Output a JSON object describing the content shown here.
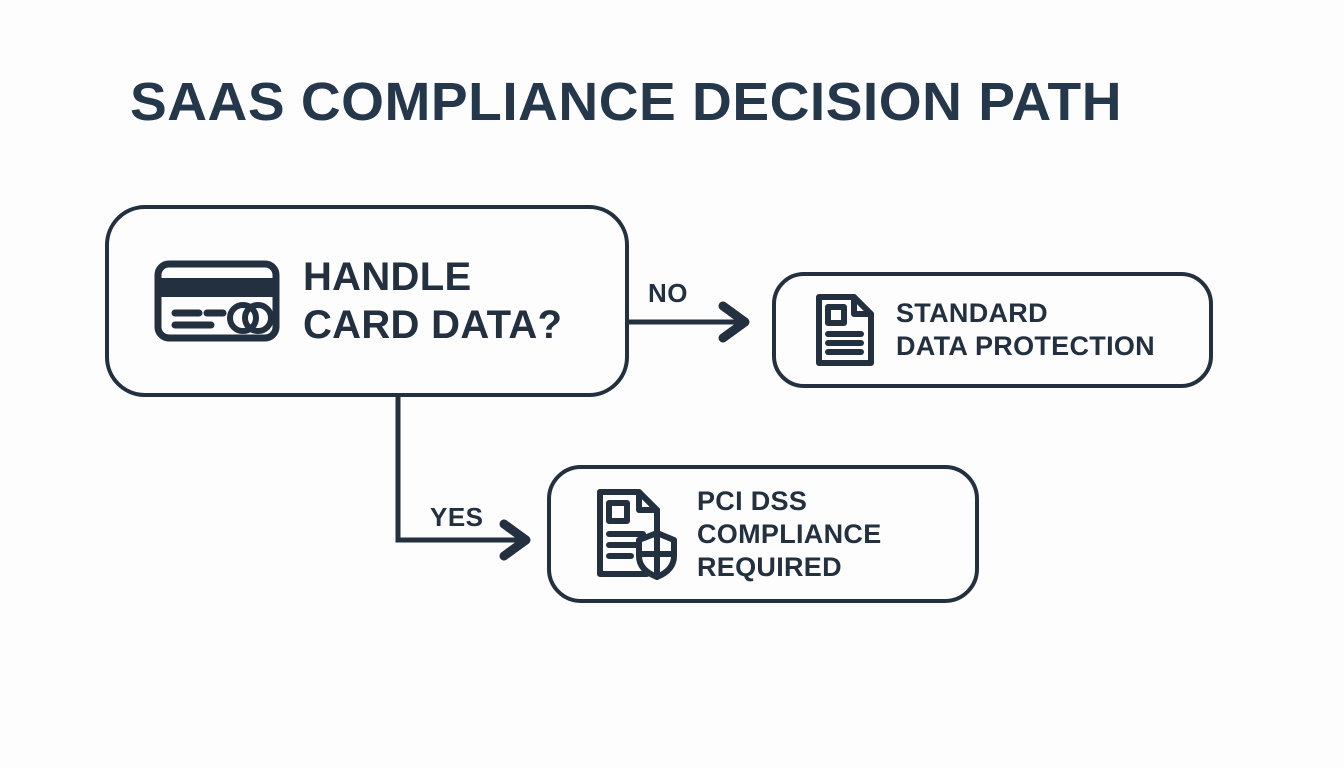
{
  "page": {
    "title": "SAAS COMPLIANCE DECISION PATH",
    "background_color": "#fdfdfd",
    "ink_color": "#22303f"
  },
  "diagram": {
    "type": "flowchart",
    "nodes": [
      {
        "id": "decision",
        "role": "decision",
        "icon": "credit-card-icon",
        "label_line1": "HANDLE",
        "label_line2": "CARD DATA?"
      },
      {
        "id": "standard",
        "role": "outcome",
        "icon": "document-icon",
        "label_line1": "STANDARD",
        "label_line2": "DATA PROTECTION"
      },
      {
        "id": "pci",
        "role": "outcome",
        "icon": "document-shield-icon",
        "label_line1": "PCI DSS",
        "label_line2": "COMPLIANCE",
        "label_line3": "REQUIRED"
      }
    ],
    "edges": [
      {
        "id": "edge-no",
        "from": "decision",
        "to": "standard",
        "label": "NO"
      },
      {
        "id": "edge-yes",
        "from": "decision",
        "to": "pci",
        "label": "YES"
      }
    ]
  }
}
